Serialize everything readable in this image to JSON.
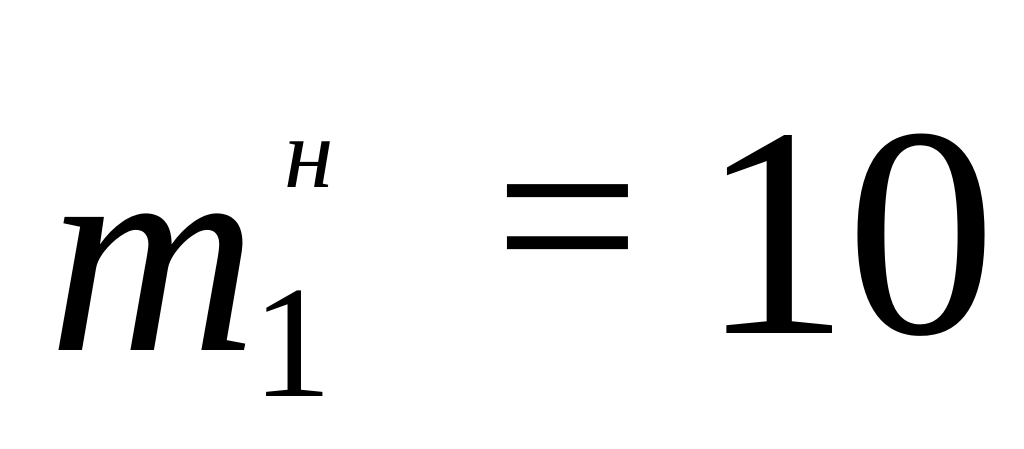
{
  "formula": {
    "variable": "m",
    "superscript": "н",
    "subscript": "1",
    "operator": "=",
    "value": "10"
  },
  "colors": {
    "background": "#ffffff",
    "text": "#000000"
  }
}
